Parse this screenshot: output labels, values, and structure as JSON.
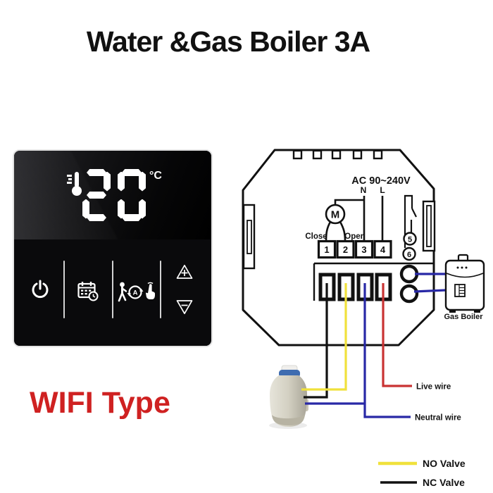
{
  "title": "Water &Gas Boiler 3A",
  "type_label": "WIFI Type",
  "thermostat": {
    "temperature": "20",
    "unit": "°C",
    "controls": {
      "power": "power",
      "schedule": "schedule",
      "mode": "auto-manual-mode",
      "up": "+",
      "down": "−"
    }
  },
  "diagram": {
    "voltage_label": "AC 90~240V",
    "neutral_terminal_label": "N",
    "live_terminal_label": "L",
    "close_label": "Close",
    "open_label": "Open",
    "motor_label": "M",
    "terminals": [
      "1",
      "2",
      "3",
      "4"
    ],
    "aux_terminals": [
      "5",
      "6"
    ],
    "gas_boiler_label": "Gas Boiler",
    "live_wire_label": "Live wire",
    "neutral_wire_label": "Neutral wire",
    "legend": [
      {
        "label": "NO Valve",
        "color": "#f0e13c"
      },
      {
        "label": "NC Valve",
        "color": "#111111"
      }
    ],
    "wire_colors": {
      "black": "#111111",
      "yellow": "#f0e13c",
      "blue": "#2828a6",
      "red": "#c93333"
    }
  }
}
